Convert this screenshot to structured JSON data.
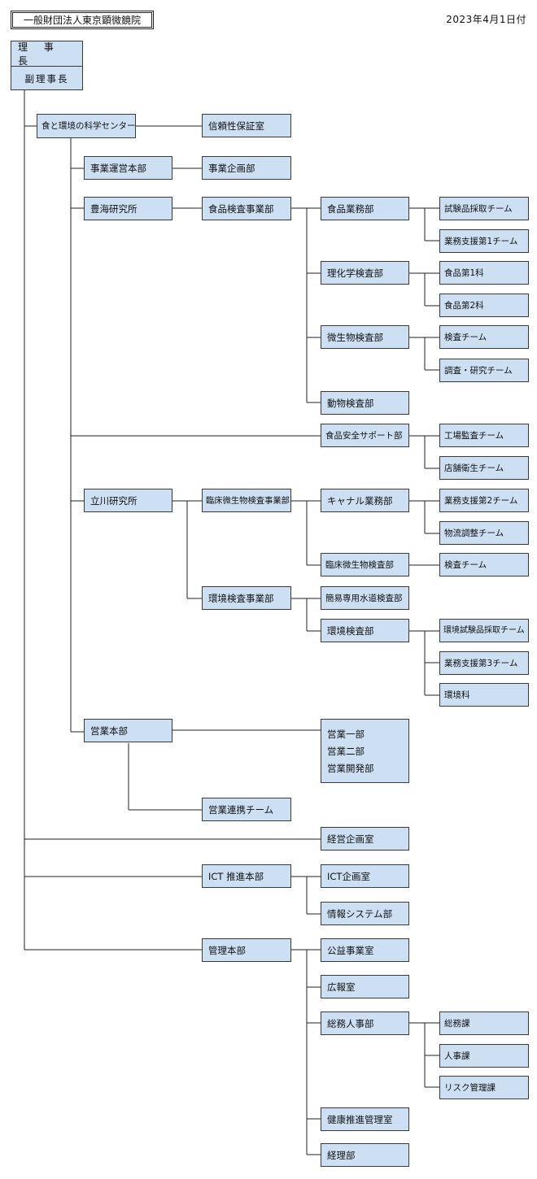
{
  "header": {
    "org_name": "一般財団法人東京顕微鏡院",
    "date": "2023年4月1日付"
  },
  "chair": {
    "chairman": "理 事 長",
    "vice_chairman": "副理事長"
  },
  "units": {
    "food_env_center": "食と環境の科学センター",
    "reliability_office": "信頼性保証室",
    "operations_hq": "事業運営本部",
    "business_planning": "事業企画部",
    "toyomi_lab": "豊海研究所",
    "food_inspection_div": "食品検査事業部",
    "food_business": "食品業務部",
    "sample_collection_team": "試験品採取チーム",
    "support_team_1": "業務支援第1チーム",
    "physchem": "理化学検査部",
    "food_1": "食品第1科",
    "food_2": "食品第2科",
    "microbio": "微生物検査部",
    "inspection_team_1": "検査チーム",
    "research_team": "調査・研究チーム",
    "animal": "動物検査部",
    "food_safety_support": "食品安全サポート部",
    "factory_audit_team": "工場監査チーム",
    "store_hygiene_team": "店舗衛生チーム",
    "tachikawa_lab": "立川研究所",
    "clinical_micro_div": "臨床微生物検査事業部",
    "canal": "キャナル業務部",
    "support_team_2": "業務支援第2チーム",
    "logistics_team": "物流調整チーム",
    "clinical_micro": "臨床微生物検査部",
    "inspection_team_2": "検査チーム",
    "env_inspection_div": "環境検査事業部",
    "water_inspection": "簡易専用水道検査部",
    "env_inspection": "環境検査部",
    "env_sample_team": "環境試験品採取チーム",
    "support_team_3": "業務支援第3チーム",
    "env_section": "環境科",
    "sales_hq": "営業本部",
    "sales_1": "営業一部",
    "sales_2": "営業二部",
    "sales_dev": "営業開発部",
    "sales_coop_team": "営業連携チーム",
    "mgmt_planning": "経営企画室",
    "ict_hq": "ICT 推進本部",
    "ict_planning": "ICT企画室",
    "info_systems": "情報システム部",
    "admin_hq": "管理本部",
    "public_office": "公益事業室",
    "pr": "広報室",
    "ga_hr": "総務人事部",
    "ga_section": "総務課",
    "hr_section": "人事課",
    "risk_section": "リスク管理課",
    "health_office": "健康推進管理室",
    "accounting": "経理部"
  }
}
